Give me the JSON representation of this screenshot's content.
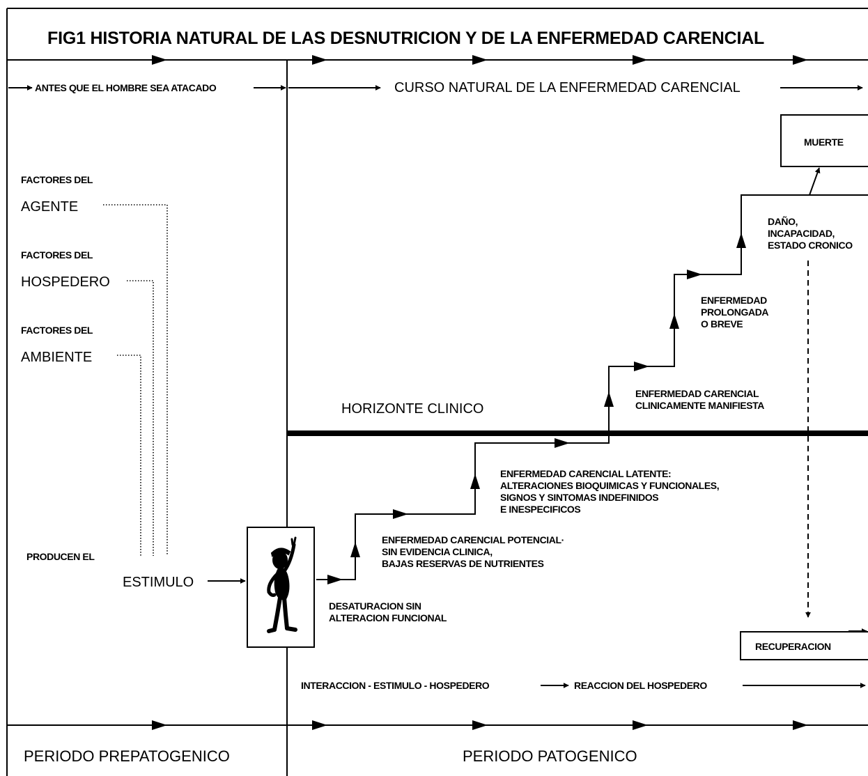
{
  "title": "FIG1  HISTORIA NATURAL DE LAS DESNUTRICION Y DE LA ENFERMEDAD  CARENCIAL",
  "prepathogenic": {
    "header": "ANTES QUE EL HOMBRE SEA ATACADO",
    "factors": [
      {
        "label": "FACTORES DEL",
        "name": "AGENTE"
      },
      {
        "label": "FACTORES DEL",
        "name": "HOSPEDERO"
      },
      {
        "label": "FACTORES DEL",
        "name": "AMBIENTE"
      }
    ],
    "produce_label": "PRODUCEN EL",
    "stimulus": "ESTIMULO",
    "period_label": "PERIODO PREPATOGENICO"
  },
  "pathogenic": {
    "header": "CURSO NATURAL DE LA ENFERMEDAD CARENCIAL",
    "horizon": "HORIZONTE CLINICO",
    "stages": {
      "desaturacion": [
        "DESATURACION SIN",
        "ALTERACION FUNCIONAL"
      ],
      "potencial": [
        "ENFERMEDAD CARENCIAL POTENCIAL·",
        "SIN EVIDENCIA CLINICA,",
        "BAJAS RESERVAS DE NUTRIENTES"
      ],
      "latente": [
        "ENFERMEDAD CARENCIAL LATENTE:",
        "ALTERACIONES BIOQUIMICAS Y FUNCIONALES,",
        "SIGNOS Y SINTOMAS INDEFINIDOS",
        "E INESPECIFICOS"
      ],
      "manifiesta": [
        "ENFERMEDAD CARENCIAL",
        "CLINICAMENTE MANIFIESTA"
      ],
      "prolongada": [
        "ENFERMEDAD",
        "PROLONGADA",
        "O BREVE"
      ],
      "dano": [
        "DAÑO,",
        "INCAPACIDAD,",
        "ESTADO CRONICO"
      ]
    },
    "muerte": "MUERTE",
    "recuperacion": "RECUPERACION",
    "interaction": "INTERACCION - ESTIMULO - HOSPEDERO",
    "reaction": "REACCION DEL HOSPEDERO",
    "period_label": "PERIODO PATOGENICO"
  }
}
